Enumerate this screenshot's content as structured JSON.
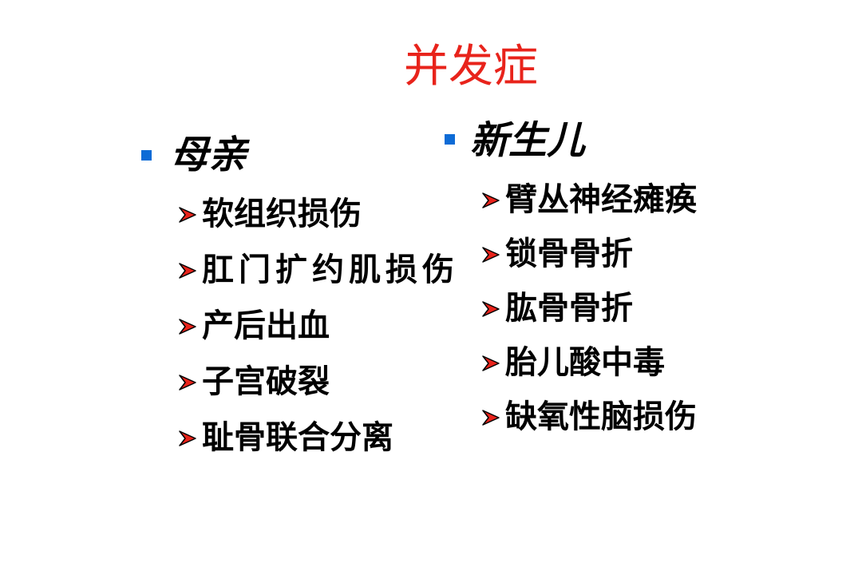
{
  "title": "并发症",
  "left_column": {
    "heading": "母亲",
    "items": [
      "软组织损伤",
      "肛门扩约肌损伤",
      "产后出血",
      "子宫破裂",
      "耻骨联合分离"
    ]
  },
  "right_column": {
    "heading": "新生儿",
    "items": [
      "臂丛神经瘫痪",
      "锁骨骨折",
      "肱骨骨折",
      "胎儿酸中毒",
      "缺氧性脑损伤"
    ]
  },
  "colors": {
    "title": "#e8231b",
    "square_bullet": "#0d6bd6",
    "arrow_bullet": "#e8231b"
  },
  "icons": {
    "level1_bullet": "square-bullet-icon",
    "level2_bullet": "arrow-bullet-icon"
  }
}
